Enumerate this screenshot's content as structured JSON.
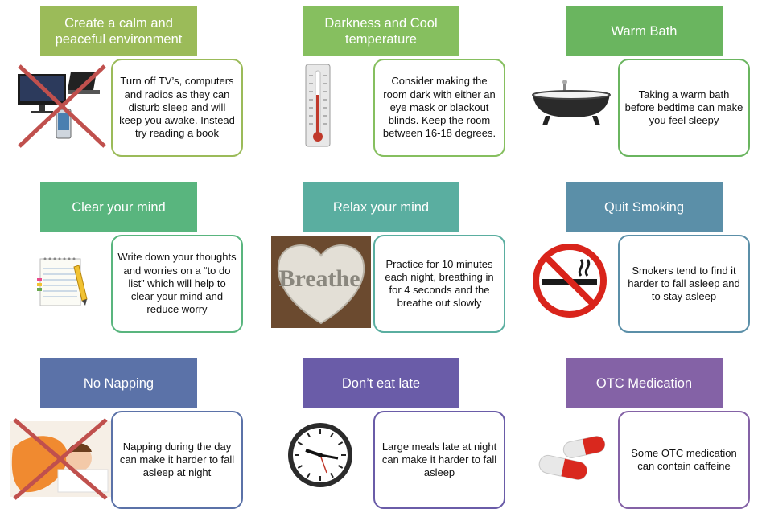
{
  "tips": [
    {
      "heading": "Create a calm and peaceful environment",
      "text": "Turn off TV’s, computers and radios as they can disturb sleep and will keep you awake. Instead try reading a book",
      "header_color": "#9bbb59",
      "border_color": "#9bbb59",
      "icon": "electronics-crossed-icon"
    },
    {
      "heading": "Darkness and Cool temperature",
      "text": "Consider making the room dark with either an eye mask or blackout blinds. Keep the room between 16-18 degrees.",
      "header_color": "#86bf5f",
      "border_color": "#86bf5f",
      "icon": "thermometer-icon"
    },
    {
      "heading": "Warm Bath",
      "text": "Taking a warm bath before bedtime can make you feel sleepy",
      "header_color": "#6ab55f",
      "border_color": "#6ab55f",
      "icon": "bathtub-icon"
    },
    {
      "heading": "Clear your mind",
      "text": "Write down your thoughts and worries on a “to do list” which will help to clear your mind and reduce worry",
      "header_color": "#59b57e",
      "border_color": "#59b57e",
      "icon": "notepad-pencil-icon"
    },
    {
      "heading": "Relax your mind",
      "text": "Practice for 10 minutes each night, breathing in for 4 seconds and the breathe out slowly",
      "header_color": "#5aaea0",
      "border_color": "#5aaea0",
      "icon": "breathe-stone-icon",
      "icon_text": "Breathe"
    },
    {
      "heading": "Quit Smoking",
      "text": "Smokers tend to find it harder to fall asleep and to stay asleep",
      "header_color": "#5b8fa8",
      "border_color": "#5b8fa8",
      "icon": "no-smoking-icon"
    },
    {
      "heading": "No Napping",
      "text": "Napping during the day can make it harder to fall asleep at night",
      "header_color": "#5b72a8",
      "border_color": "#5b72a8",
      "icon": "napping-crossed-icon"
    },
    {
      "heading": "Don’t eat late",
      "text": "Large meals late at night can make it harder to fall asleep",
      "header_color": "#6a5ca8",
      "border_color": "#6a5ca8",
      "icon": "wall-clock-icon"
    },
    {
      "heading": "OTC Medication",
      "text": "Some OTC medication can contain caffeine",
      "header_color": "#8462a6",
      "border_color": "#8462a6",
      "icon": "pills-icon"
    }
  ]
}
